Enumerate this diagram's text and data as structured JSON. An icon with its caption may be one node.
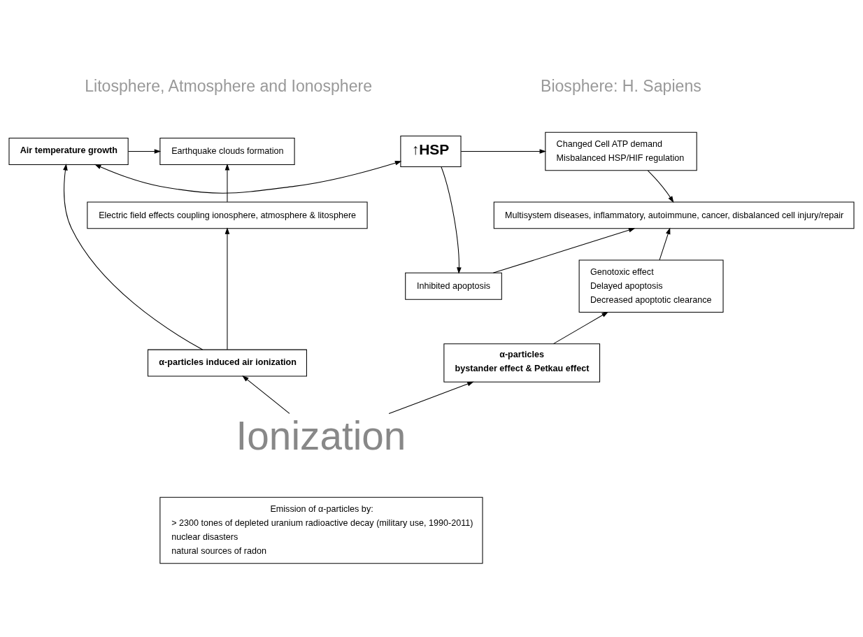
{
  "diagram": {
    "nodes": [
      {
        "text": [
          "Earthquake clouds formation"
        ]
      },
      {
        "text": [
          "Air temperature growth"
        ]
      },
      {
        "text": [
          "↑HSP"
        ]
      },
      {
        "text": [
          "Changed Cell ATP demand",
          "Misbalanced HSP/HIF regulation"
        ]
      },
      {
        "text": [
          "Electric field effects coupling ionosphere, atmosphere & litosphere"
        ]
      },
      {
        "text": [
          "Inhibited apoptosis"
        ]
      },
      {
        "text": [
          "Multisystem diseases, inflammatory, autoimmune, cancer, disbalanced cell injury/repair"
        ]
      },
      {
        "text": [
          "Genotoxic effect",
          "Delayed apoptosis",
          "Decreased apoptotic clearance"
        ]
      },
      {
        "text": [
          "α-particles induced air ionization"
        ]
      },
      {
        "text": [
          "α-particles",
          "bystander effect & Petkau effect"
        ]
      },
      {
        "text": [
          "Ionization"
        ]
      },
      {
        "text": [
          "Emission of α-particles by:",
          "> 2300 tones of depleted uranium radioactive decay (military use, 1990-2011)",
          "nuclear disasters",
          "natural sources of radon"
        ]
      }
    ],
    "edges": [
      {
        "from": 1,
        "to": 0,
        "arrow": "to"
      },
      {
        "from": 1,
        "to": 2,
        "arrow": "both"
      },
      {
        "from": 2,
        "to": 3,
        "arrow": "to"
      },
      {
        "from": 2,
        "to": 5,
        "arrow": "to"
      },
      {
        "from": 3,
        "to": 6,
        "arrow": "to"
      },
      {
        "from": 5,
        "to": 6,
        "arrow": "to"
      },
      {
        "from": 7,
        "to": 6,
        "arrow": "to"
      },
      {
        "from": 4,
        "to": 0,
        "arrow": "to"
      },
      {
        "from": 8,
        "to": 4,
        "arrow": "to"
      },
      {
        "from": 8,
        "to": 1,
        "arrow": "to"
      },
      {
        "from": 9,
        "to": 7,
        "arrow": "to"
      },
      {
        "from": 10,
        "to": 8,
        "arrow": "to"
      },
      {
        "from": 10,
        "to": 9,
        "arrow": "to"
      }
    ],
    "labels": [
      "Litosphere, Atmosphere and Ionosphere",
      "Biosphere: H. Sapiens"
    ]
  }
}
